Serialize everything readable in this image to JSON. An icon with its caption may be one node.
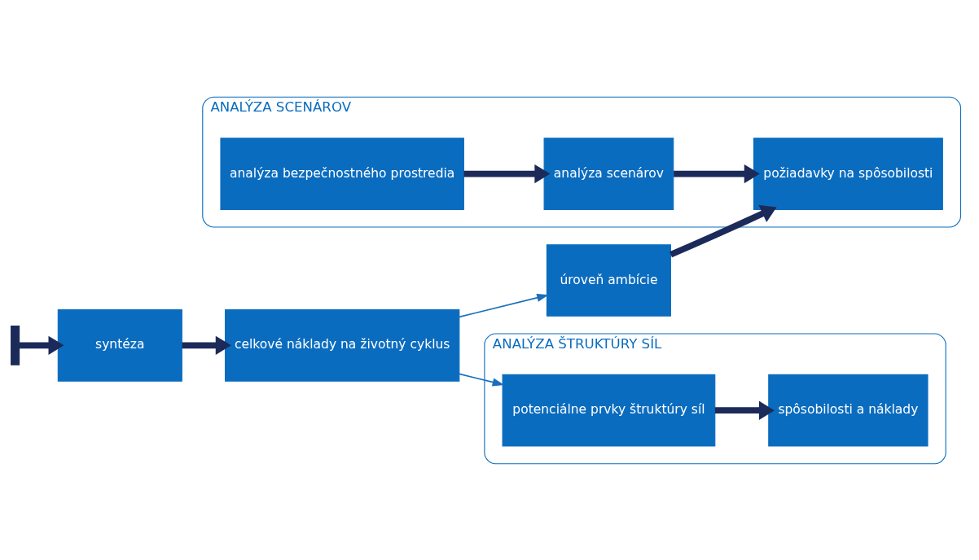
{
  "diagram": {
    "nodes": [
      {
        "text": [
          "úroveň ambície"
        ]
      },
      {
        "text": [
          "ANALÝZA SCENÁROV"
        ]
      },
      {
        "text": [
          "analýza bezpečnostného prostredia"
        ],
        "in": 1
      },
      {
        "text": [
          "analýza scenárov"
        ],
        "in": 1
      },
      {
        "text": [
          "požiadavky na spôsobilosti"
        ],
        "in": 1
      },
      {
        "text": [
          "syntéza"
        ]
      },
      {
        "text": [
          "celkové náklady na životný cyklus"
        ]
      },
      {
        "text": [
          "ANALÝZA ŠTRUKTÚRY SÍL"
        ]
      },
      {
        "text": [
          "potenciálne prvky štruktúry síl"
        ],
        "in": 7
      },
      {
        "text": [
          "spôsobilosti a náklady"
        ],
        "in": 7
      }
    ],
    "edges": [
      {
        "from": 0,
        "to": 4,
        "arrow": "to"
      },
      {
        "from": 2,
        "to": 3,
        "arrow": "to"
      },
      {
        "from": 3,
        "to": 4,
        "arrow": "to"
      },
      {
        "from": null,
        "to": 5,
        "arrow": "to"
      },
      {
        "from": 5,
        "to": 6,
        "arrow": "to"
      },
      {
        "from": 6,
        "to": 0,
        "arrow": "to",
        "color": "#1a6fbd"
      },
      {
        "from": 6,
        "to": 8,
        "arrow": "to",
        "color": "#1a6fbd"
      },
      {
        "from": 8,
        "to": 9,
        "arrow": "to"
      }
    ]
  }
}
